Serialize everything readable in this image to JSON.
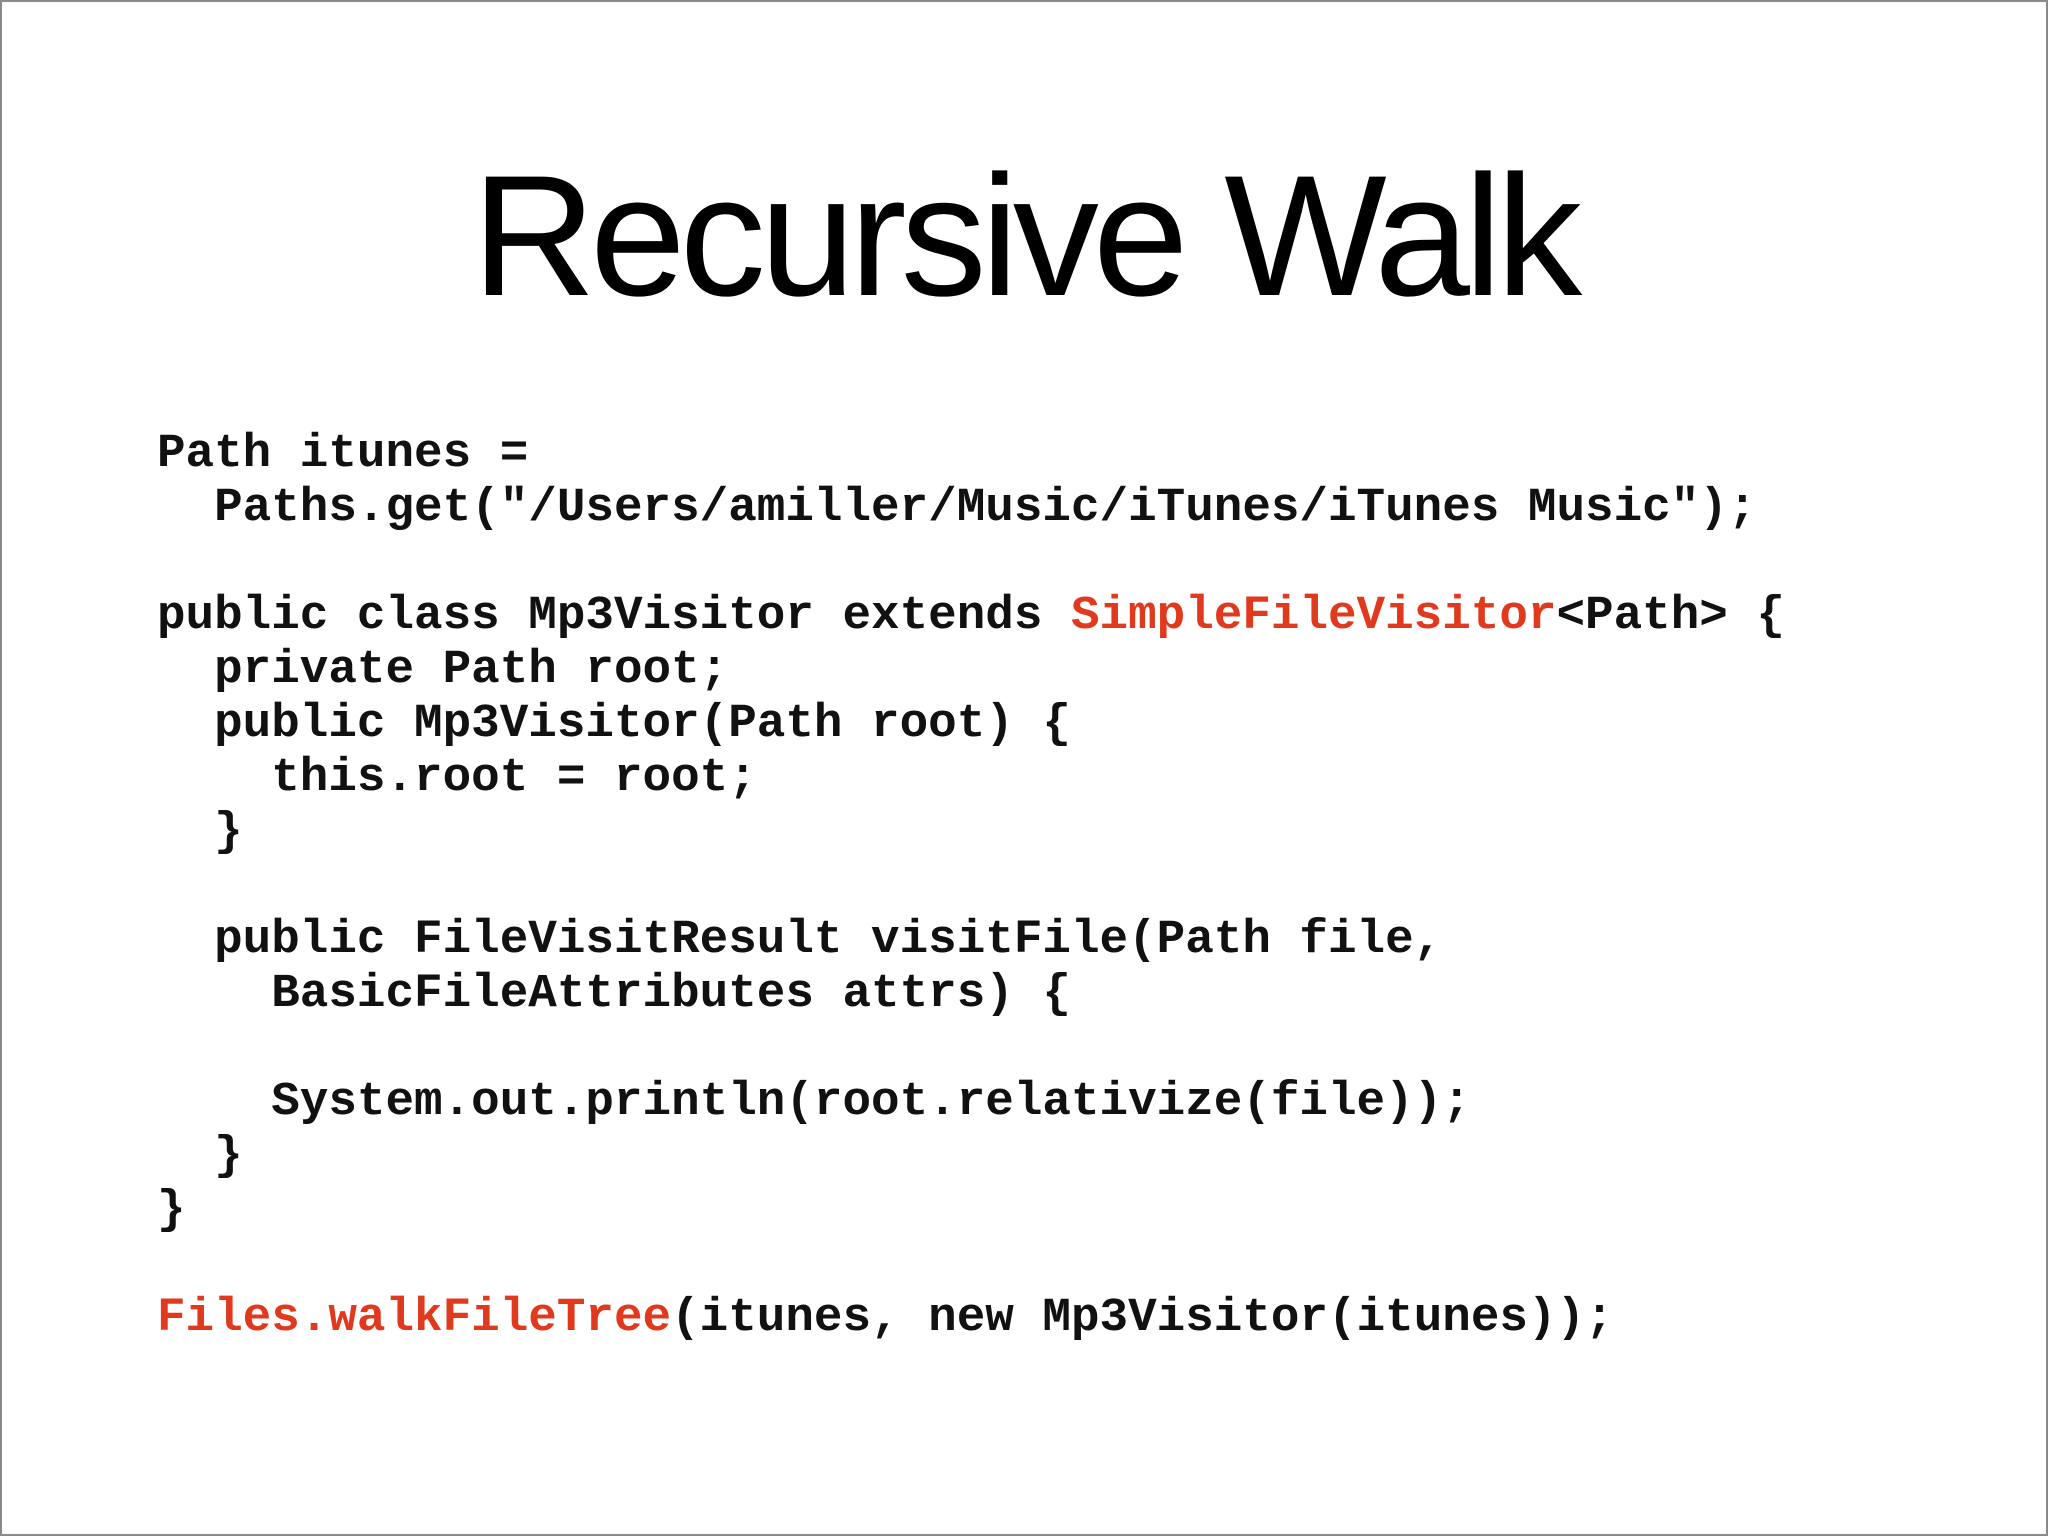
{
  "slide": {
    "title": "Recursive Walk",
    "accent_color": "#e0391d",
    "code_lines": [
      [
        {
          "text": "Path itunes =",
          "hl": false
        }
      ],
      [
        {
          "text": "  Paths.get(\"/Users/amiller/Music/iTunes/iTunes Music\");",
          "hl": false
        }
      ],
      [],
      [
        {
          "text": "public class Mp3Visitor extends ",
          "hl": false
        },
        {
          "text": "SimpleFileVisitor",
          "hl": true
        },
        {
          "text": "<Path> {",
          "hl": false
        }
      ],
      [
        {
          "text": "  private Path root;",
          "hl": false
        }
      ],
      [
        {
          "text": "  public Mp3Visitor(Path root) {",
          "hl": false
        }
      ],
      [
        {
          "text": "    this.root = root;",
          "hl": false
        }
      ],
      [
        {
          "text": "  }",
          "hl": false
        }
      ],
      [],
      [
        {
          "text": "  public FileVisitResult visitFile(Path file,",
          "hl": false
        }
      ],
      [
        {
          "text": "    BasicFileAttributes attrs) {",
          "hl": false
        }
      ],
      [],
      [
        {
          "text": "    System.out.println(root.relativize(file));",
          "hl": false
        }
      ],
      [
        {
          "text": "  }",
          "hl": false
        }
      ],
      [
        {
          "text": "}",
          "hl": false
        }
      ],
      [],
      [
        {
          "text": "Files.walkFileTree",
          "hl": true
        },
        {
          "text": "(itunes, new Mp3Visitor(itunes));",
          "hl": false
        }
      ]
    ]
  }
}
